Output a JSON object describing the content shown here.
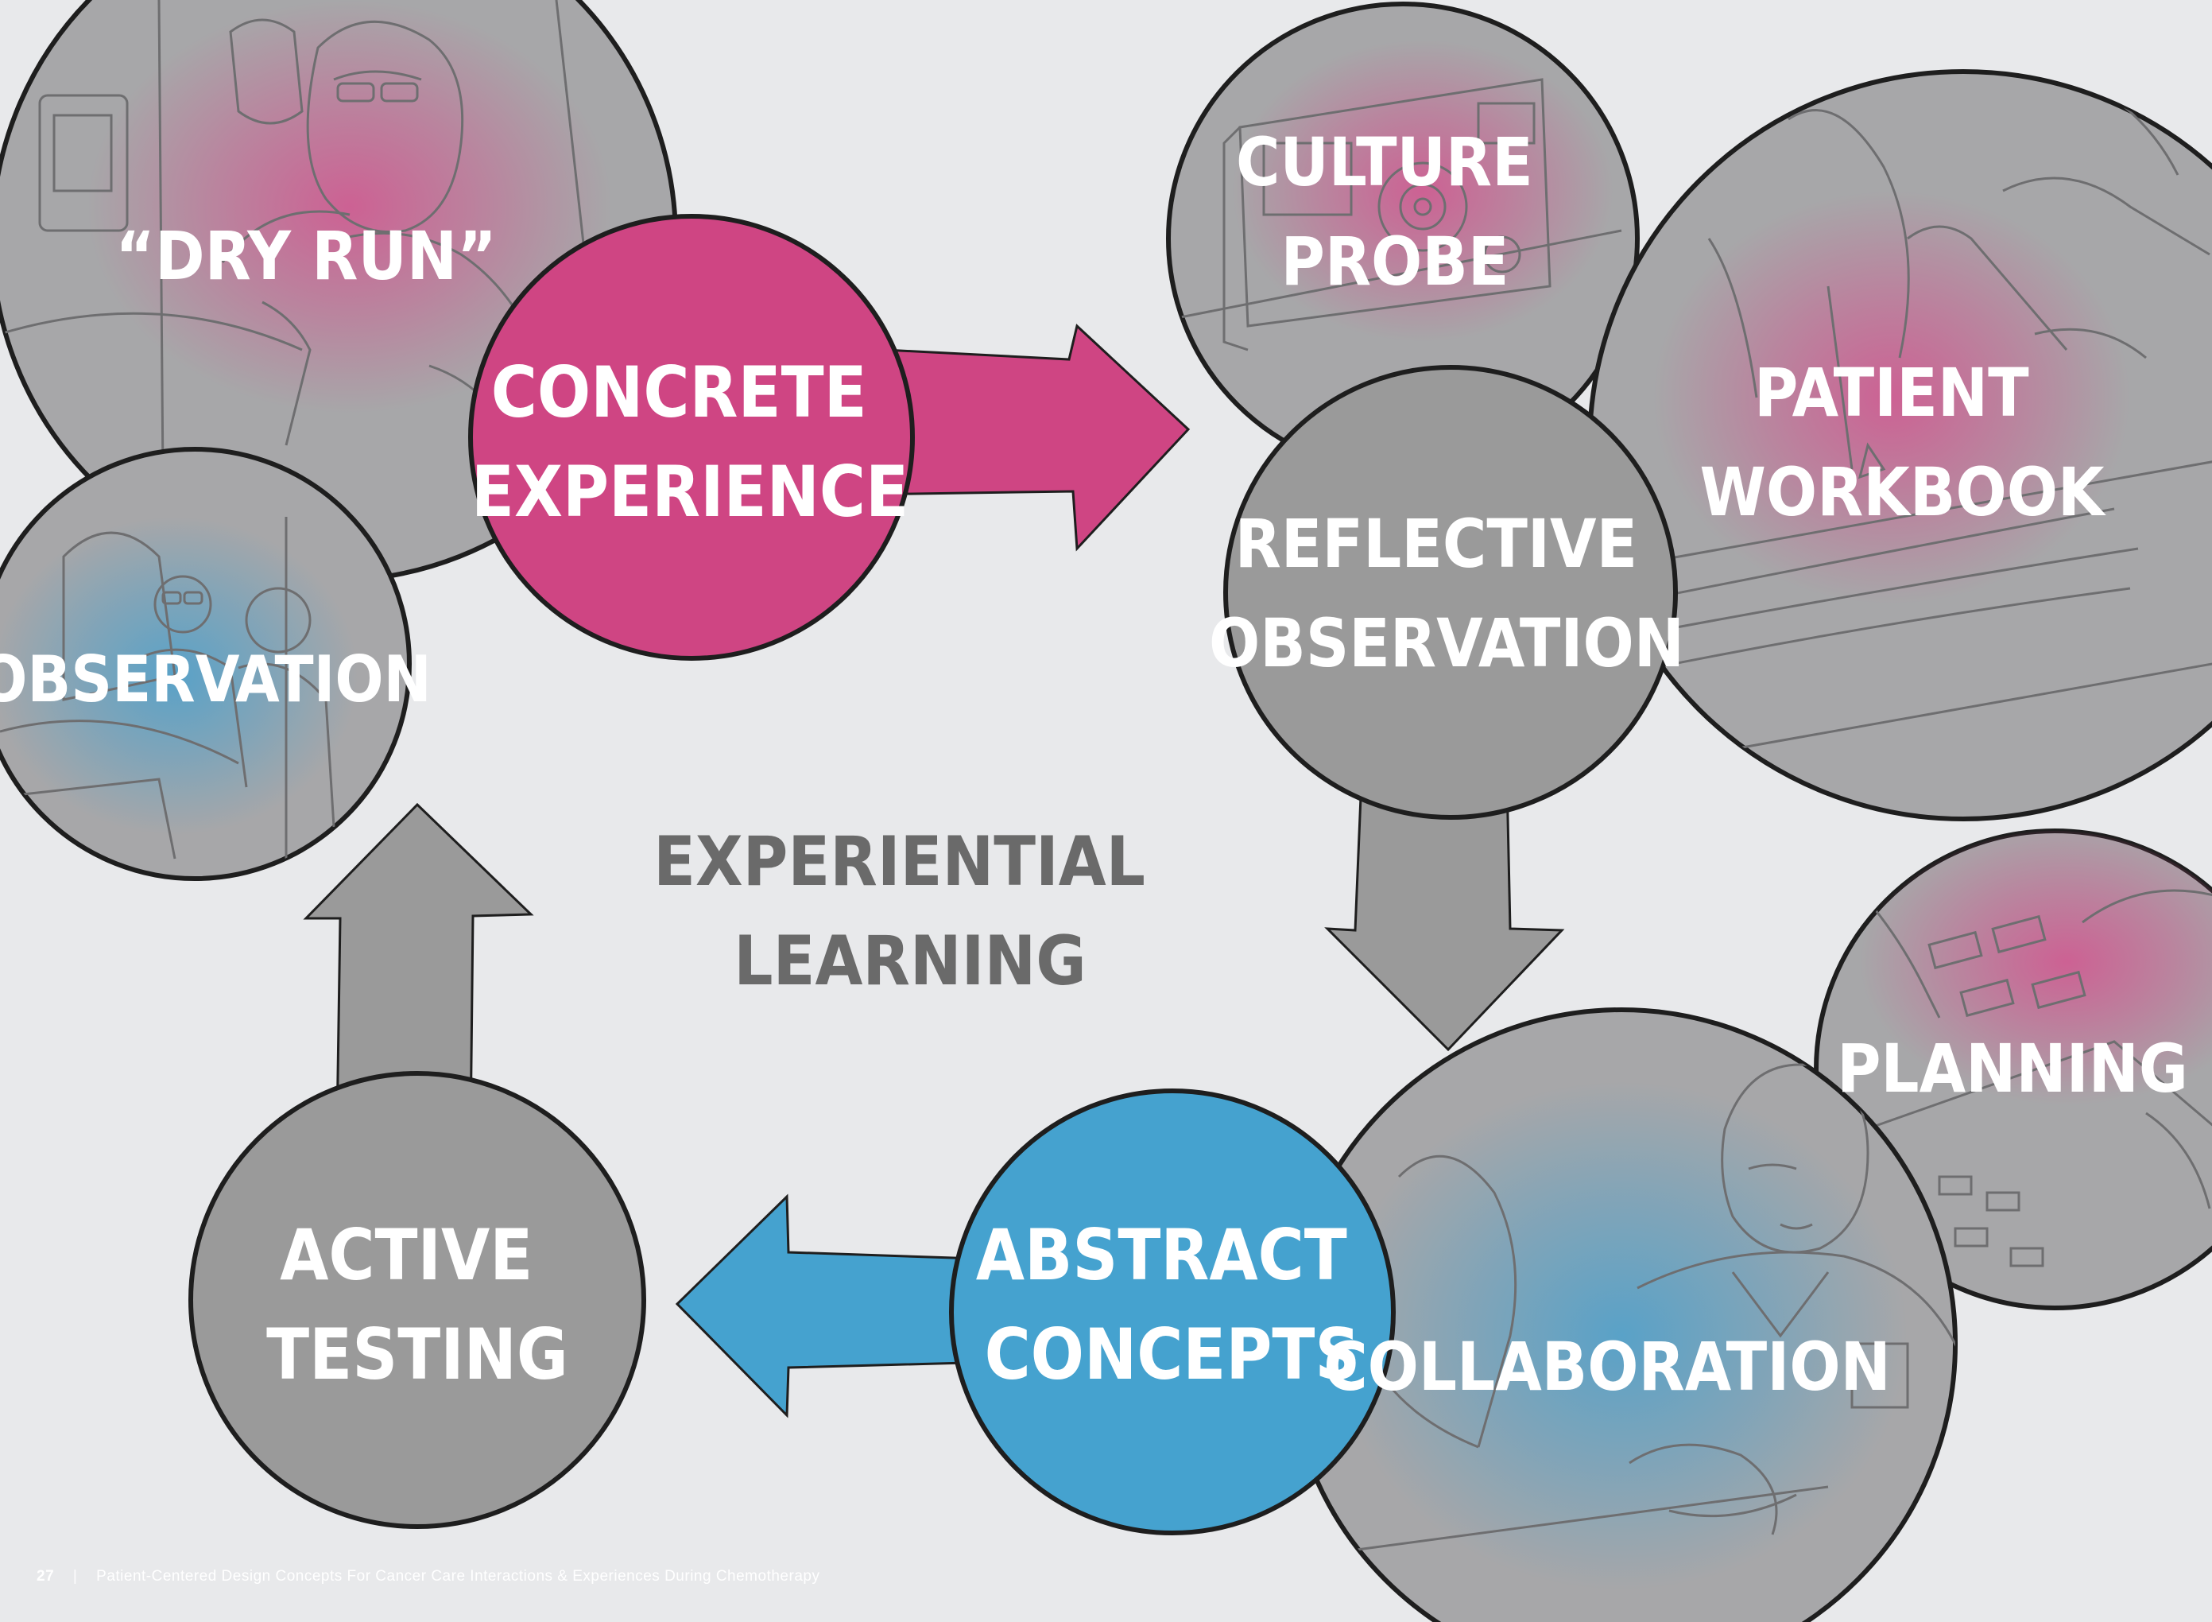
{
  "colors": {
    "background": "#e8e9eb",
    "gray_circle": "#9a9a9a",
    "photo_circle": "#a7a7a9",
    "pink": "#cf4583",
    "blue": "#45a2cf",
    "gray_arrow": "#9a9a9a",
    "stroke": "#1e1e1e",
    "text": "#ffffff",
    "center_text": "#6a6a6a"
  },
  "photos": {
    "dry_run": {
      "lines": [
        "“DRY RUN”"
      ],
      "glow": "pink"
    },
    "observation": {
      "lines": [
        "OBSERVATION"
      ],
      "glow": "blue"
    },
    "culture_probe": {
      "lines": [
        "CULTURE",
        "PROBE"
      ],
      "glow": "pink"
    },
    "patient_workbook": {
      "lines": [
        "PATIENT",
        "WORKBOOK"
      ],
      "glow": "pink"
    },
    "planning": {
      "lines": [
        "PLANNING"
      ],
      "glow": "pink"
    },
    "collaboration": {
      "lines": [
        "COLLABORATION"
      ],
      "glow": "blue"
    }
  },
  "stages": {
    "concrete_experience": {
      "lines": [
        "CONCRETE",
        "EXPERIENCE"
      ],
      "fill": "pink"
    },
    "reflective_observation": {
      "lines": [
        "REFLECTIVE",
        "OBSERVATION"
      ],
      "fill": "gray"
    },
    "abstract_concepts": {
      "lines": [
        "ABSTRACT",
        "CONCEPTS"
      ],
      "fill": "blue"
    },
    "active_testing": {
      "lines": [
        "ACTIVE",
        "TESTING"
      ],
      "fill": "gray"
    }
  },
  "center": {
    "lines": [
      "EXPERIENTIAL",
      "LEARNING"
    ]
  },
  "arrows": [
    {
      "id": "arrow-right",
      "from": "concrete_experience",
      "to": "reflective_observation",
      "color": "pink"
    },
    {
      "id": "arrow-down",
      "from": "reflective_observation",
      "to": "abstract_concepts",
      "color": "gray"
    },
    {
      "id": "arrow-left",
      "from": "abstract_concepts",
      "to": "active_testing",
      "color": "blue"
    },
    {
      "id": "arrow-up",
      "from": "active_testing",
      "to": "concrete_experience",
      "color": "gray"
    }
  ],
  "footer": {
    "page_number": "27",
    "separator": "|",
    "text": "Patient-Centered Design Concepts For Cancer Care Interactions & Experiences During Chemotherapy"
  }
}
